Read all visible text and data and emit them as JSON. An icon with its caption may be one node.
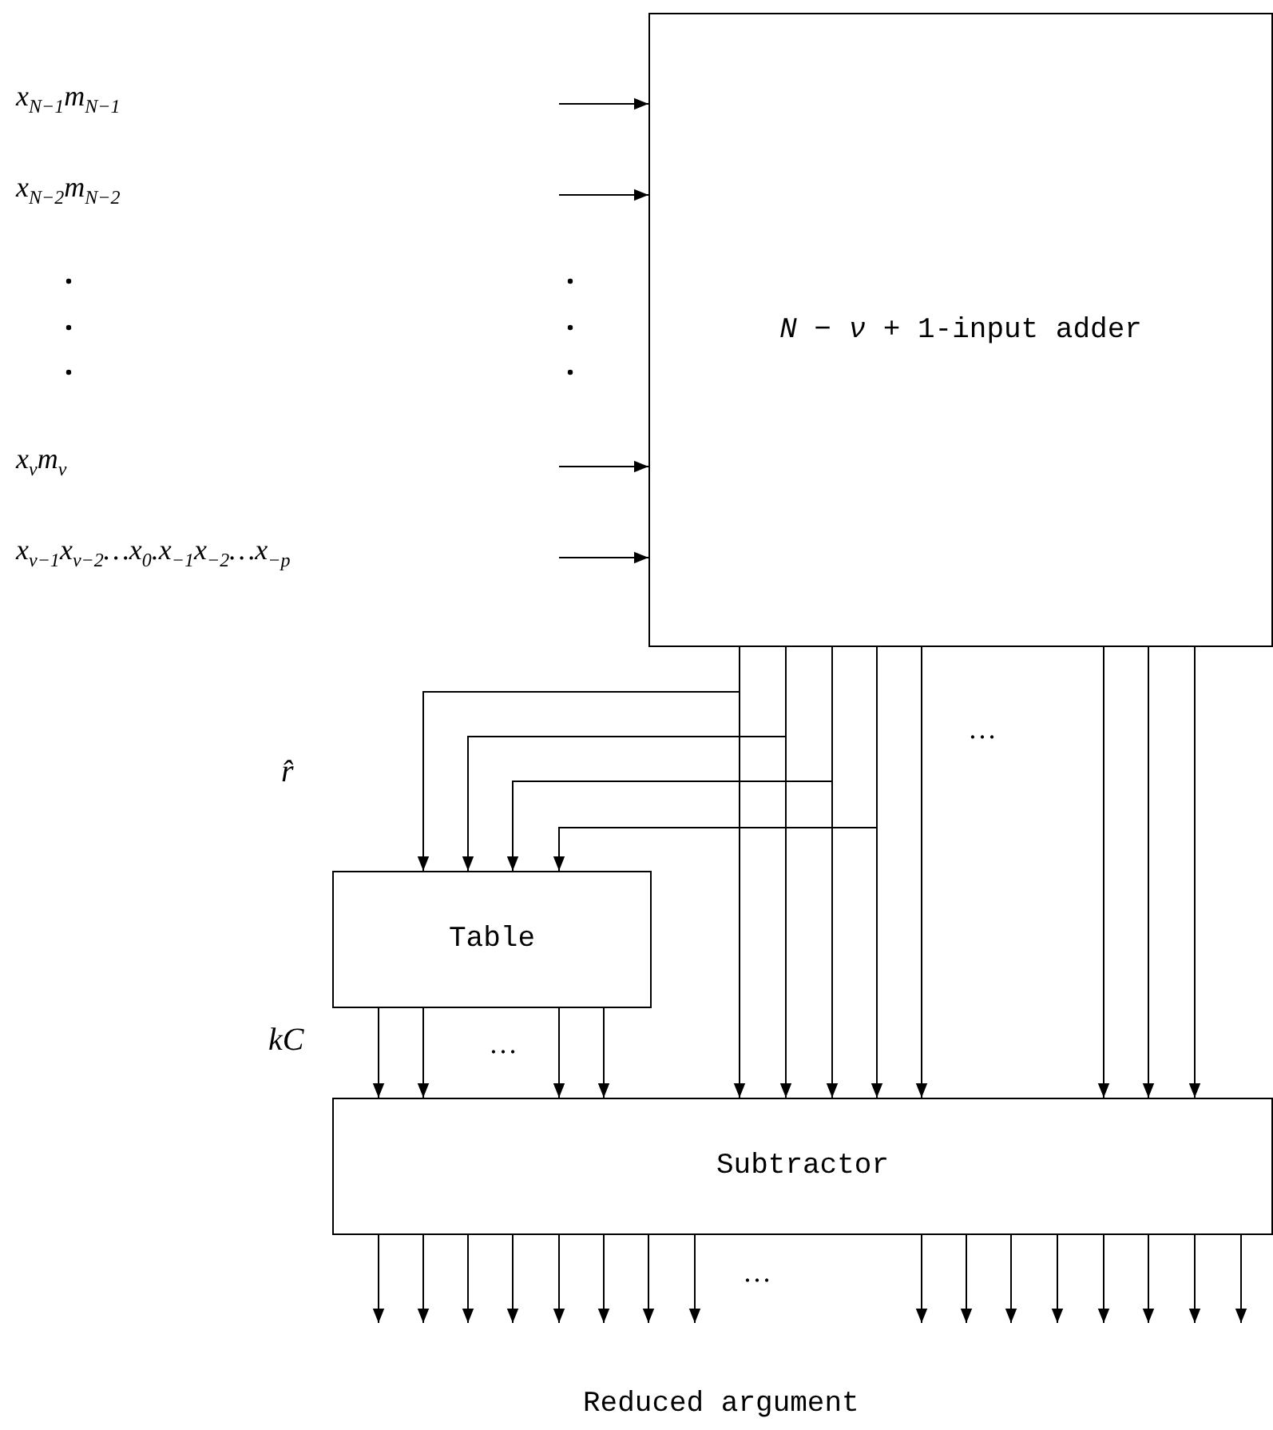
{
  "diagram": {
    "nodes": [
      {
        "text": [
          "*N* − *ν* + 1-input adder"
        ]
      },
      {
        "text": [
          "Table"
        ]
      },
      {
        "text": [
          "Subtractor"
        ]
      }
    ],
    "edges": [
      {
        "from": null,
        "to": 0,
        "arrow": "to"
      },
      {
        "from": null,
        "to": 0,
        "arrow": "to"
      },
      {
        "from": null,
        "to": 0,
        "arrow": "to"
      },
      {
        "from": null,
        "to": 0,
        "arrow": "to"
      },
      {
        "from": 0,
        "to": 1,
        "arrow": "to"
      },
      {
        "from": 0,
        "to": 1,
        "arrow": "to"
      },
      {
        "from": 0,
        "to": 1,
        "arrow": "to"
      },
      {
        "from": 0,
        "to": 1,
        "arrow": "to"
      },
      {
        "from": 0,
        "to": 2,
        "arrow": "to"
      },
      {
        "from": 0,
        "to": 2,
        "arrow": "to"
      },
      {
        "from": 0,
        "to": 2,
        "arrow": "to"
      },
      {
        "from": 0,
        "to": 2,
        "arrow": "to"
      },
      {
        "from": 0,
        "to": 2,
        "arrow": "to"
      },
      {
        "from": 0,
        "to": 2,
        "arrow": "to"
      },
      {
        "from": 0,
        "to": 2,
        "arrow": "to"
      },
      {
        "from": 0,
        "to": 2,
        "arrow": "to"
      },
      {
        "from": 1,
        "to": 2,
        "arrow": "to"
      },
      {
        "from": 1,
        "to": 2,
        "arrow": "to"
      },
      {
        "from": 1,
        "to": 2,
        "arrow": "to"
      },
      {
        "from": 1,
        "to": 2,
        "arrow": "to"
      },
      {
        "from": 2,
        "to": null,
        "arrow": "to"
      },
      {
        "from": 2,
        "to": null,
        "arrow": "to"
      },
      {
        "from": 2,
        "to": null,
        "arrow": "to"
      },
      {
        "from": 2,
        "to": null,
        "arrow": "to"
      },
      {
        "from": 2,
        "to": null,
        "arrow": "to"
      },
      {
        "from": 2,
        "to": null,
        "arrow": "to"
      },
      {
        "from": 2,
        "to": null,
        "arrow": "to"
      },
      {
        "from": 2,
        "to": null,
        "arrow": "to"
      },
      {
        "from": 2,
        "to": null,
        "arrow": "to"
      },
      {
        "from": 2,
        "to": null,
        "arrow": "to"
      },
      {
        "from": 2,
        "to": null,
        "arrow": "to"
      },
      {
        "from": 2,
        "to": null,
        "arrow": "to"
      },
      {
        "from": 2,
        "to": null,
        "arrow": "to"
      },
      {
        "from": 2,
        "to": null,
        "arrow": "to"
      },
      {
        "from": 2,
        "to": null,
        "arrow": "to"
      },
      {
        "from": 2,
        "to": null,
        "arrow": "to"
      }
    ],
    "labels": [
      "x$_{N−1}$m$_{N−1}$",
      "x$_{N−2}$m$_{N−2}$",
      "x$_{ν}$m$_{ν}$",
      "x$_{ν−1}$x$_{ν−2}$…x$_{0}$.x$_{−1}$x$_{−2}$…x$_{−p}$",
      "…",
      "r̂",
      "kC",
      "…",
      "…",
      "Reduced argument"
    ]
  }
}
